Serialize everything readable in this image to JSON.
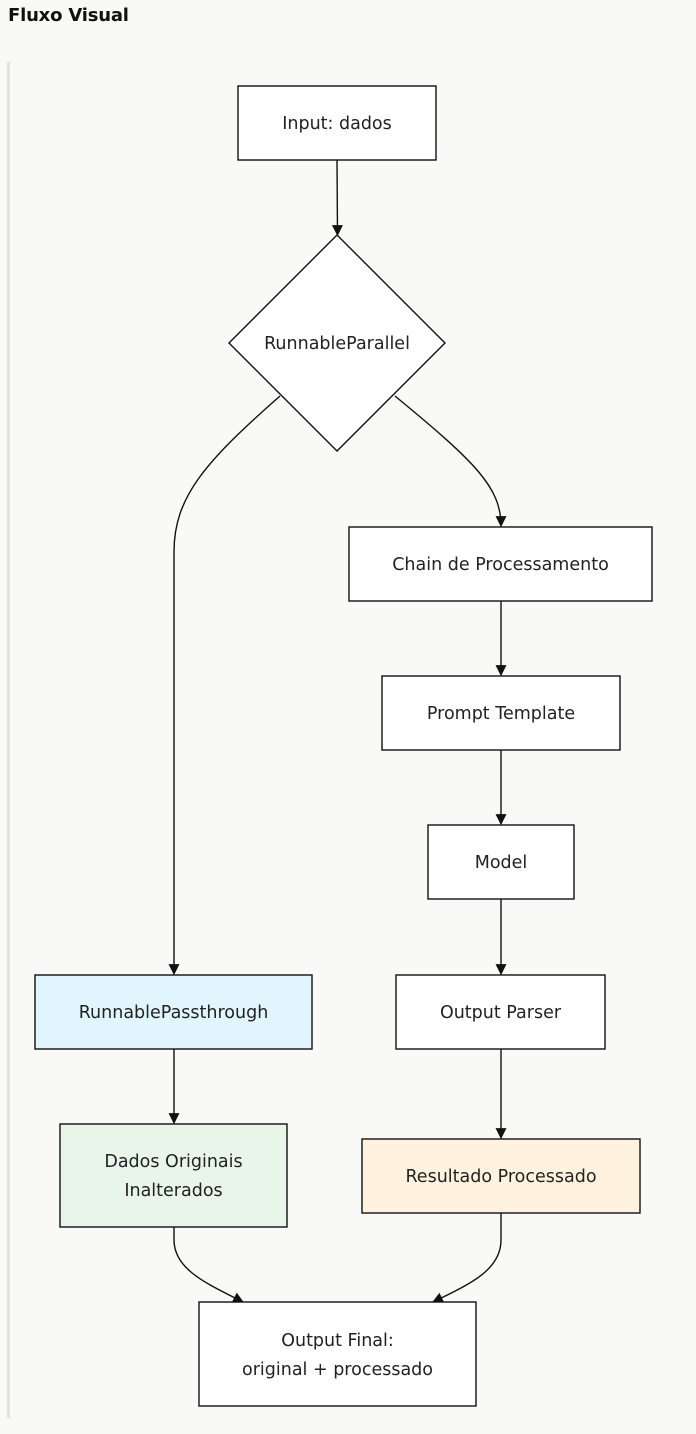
{
  "page": {
    "title": "Fluxo Visual"
  },
  "nodes": {
    "input": {
      "lines": [
        "Input: dados"
      ],
      "fill": "#ffffff"
    },
    "parallel": {
      "lines": [
        "RunnableParallel"
      ],
      "fill": "#ffffff"
    },
    "chain": {
      "lines": [
        "Chain de Processamento"
      ],
      "fill": "#ffffff"
    },
    "prompt": {
      "lines": [
        "Prompt Template"
      ],
      "fill": "#ffffff"
    },
    "model": {
      "lines": [
        "Model"
      ],
      "fill": "#ffffff"
    },
    "parser": {
      "lines": [
        "Output Parser"
      ],
      "fill": "#ffffff"
    },
    "passthrough": {
      "lines": [
        "RunnablePassthrough"
      ],
      "fill": "#e1f5fe"
    },
    "originals": {
      "lines": [
        "Dados Originais",
        "Inalterados"
      ],
      "fill": "#e8f5e9"
    },
    "result": {
      "lines": [
        "Resultado Processado"
      ],
      "fill": "#fff3e0"
    },
    "final": {
      "lines": [
        "Output Final:",
        "original + processado"
      ],
      "fill": "#ffffff"
    }
  }
}
